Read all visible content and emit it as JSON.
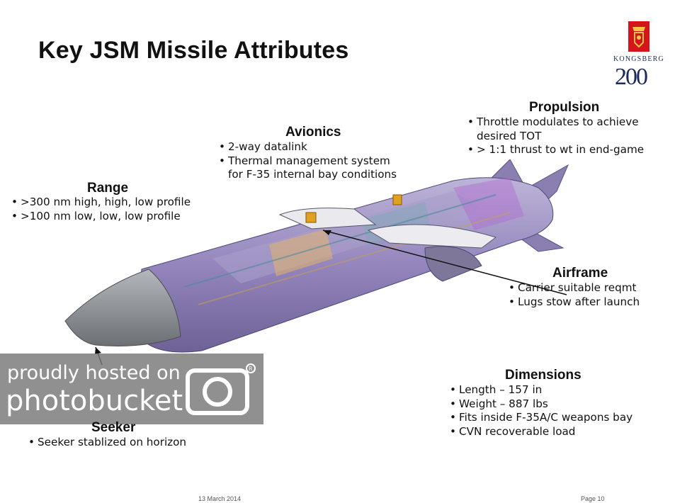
{
  "title": "Key JSM Missile Attributes",
  "logo": {
    "company": "KONGSBERG",
    "anniversary": "200"
  },
  "sections": {
    "propulsion": {
      "heading": "Propulsion",
      "bullets": [
        "Throttle modulates to achieve",
        "desired TOT",
        "> 1:1 thrust to wt in end-game"
      ]
    },
    "avionics": {
      "heading": "Avionics",
      "bullets": [
        "2-way datalink",
        "Thermal management system",
        "for F-35 internal bay conditions"
      ]
    },
    "range": {
      "heading": "Range",
      "bullets": [
        ">300 nm high, high, low profile",
        ">100 nm low, low, low profile"
      ]
    },
    "airframe": {
      "heading": "Airframe",
      "bullets": [
        "Carrier suitable reqmt",
        "Lugs stow after launch"
      ]
    },
    "dimensions": {
      "heading": "Dimensions",
      "bullets": [
        "Length – 157 in",
        "Weight – 887 lbs",
        "Fits inside F-35A/C weapons bay",
        "CVN recoverable load"
      ]
    },
    "seeker": {
      "heading": "Seeker",
      "bullets": [
        "Seeker stablized on horizon"
      ]
    }
  },
  "watermark": {
    "line1": "proudly hosted on",
    "line2": "photobucket"
  },
  "footer": {
    "date": "13 March 2014",
    "page": "Page 10"
  },
  "colors": {
    "logo_red": "#d4161c",
    "logo_navy": "#1b2a5e",
    "missile_purple": "#9a8cc0",
    "nose_gray": "#8e9296"
  }
}
